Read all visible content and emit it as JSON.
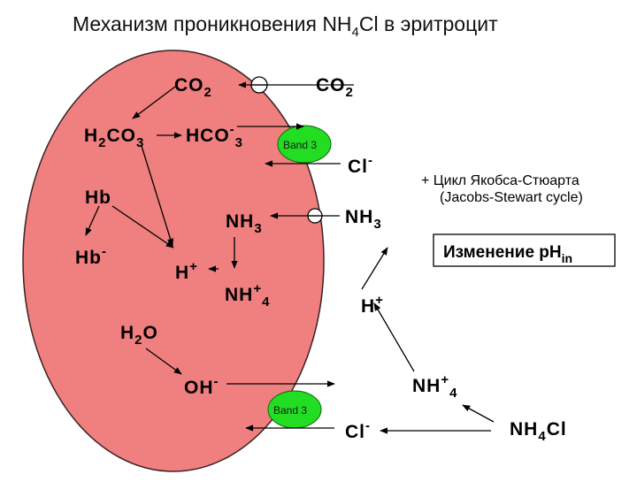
{
  "title": {
    "main": "Механизм проникновения NH",
    "sub": "4",
    "tail": "Cl в эритроцит"
  },
  "colors": {
    "cell_fill": "#f07f7f",
    "band_fill": "#22dd22",
    "band_stroke": "#0a6a0a"
  },
  "labels": {
    "co2_in": {
      "base": "CO",
      "sub": "2"
    },
    "co2_out": {
      "base": "CO",
      "sub": "2"
    },
    "h2co3": {
      "a": "H",
      "s1": "2",
      "b": "CO",
      "s2": "3"
    },
    "hco3": {
      "base": "HCO",
      "sup": "-",
      "sub": "3"
    },
    "cl_top": {
      "base": "Cl",
      "sup": "-"
    },
    "hb": "Hb",
    "hb_minus": {
      "base": "Hb",
      "sup": "-"
    },
    "nh3_in": {
      "base": "NH",
      "sub": "3"
    },
    "nh3_out": {
      "base": "NH",
      "sub": "3"
    },
    "h_in": {
      "base": "H",
      "sup": "+"
    },
    "nh4_in": {
      "base": "NH",
      "sup": "+",
      "sub": "4"
    },
    "h_out": {
      "base": "H",
      "sup": "+"
    },
    "h2o": {
      "base": "H",
      "sub": "2",
      "tail": "O"
    },
    "oh": {
      "base": "OH",
      "sup": "-"
    },
    "nh4_out": {
      "base": "NH",
      "sup": "+",
      "sub": "4"
    },
    "cl_bottom": {
      "base": "Cl",
      "sup": "-"
    },
    "nh4cl": {
      "base": "NH",
      "sub": "4",
      "tail": "Cl"
    }
  },
  "bands": {
    "top": "Band 3",
    "bottom": "Band 3"
  },
  "note": {
    "line1": "+ Цикл Якобса-Стюарта",
    "line2": "(Jacobs-Stewart cycle)"
  },
  "ph_box": {
    "base": "Изменение pH",
    "sub": "in"
  }
}
